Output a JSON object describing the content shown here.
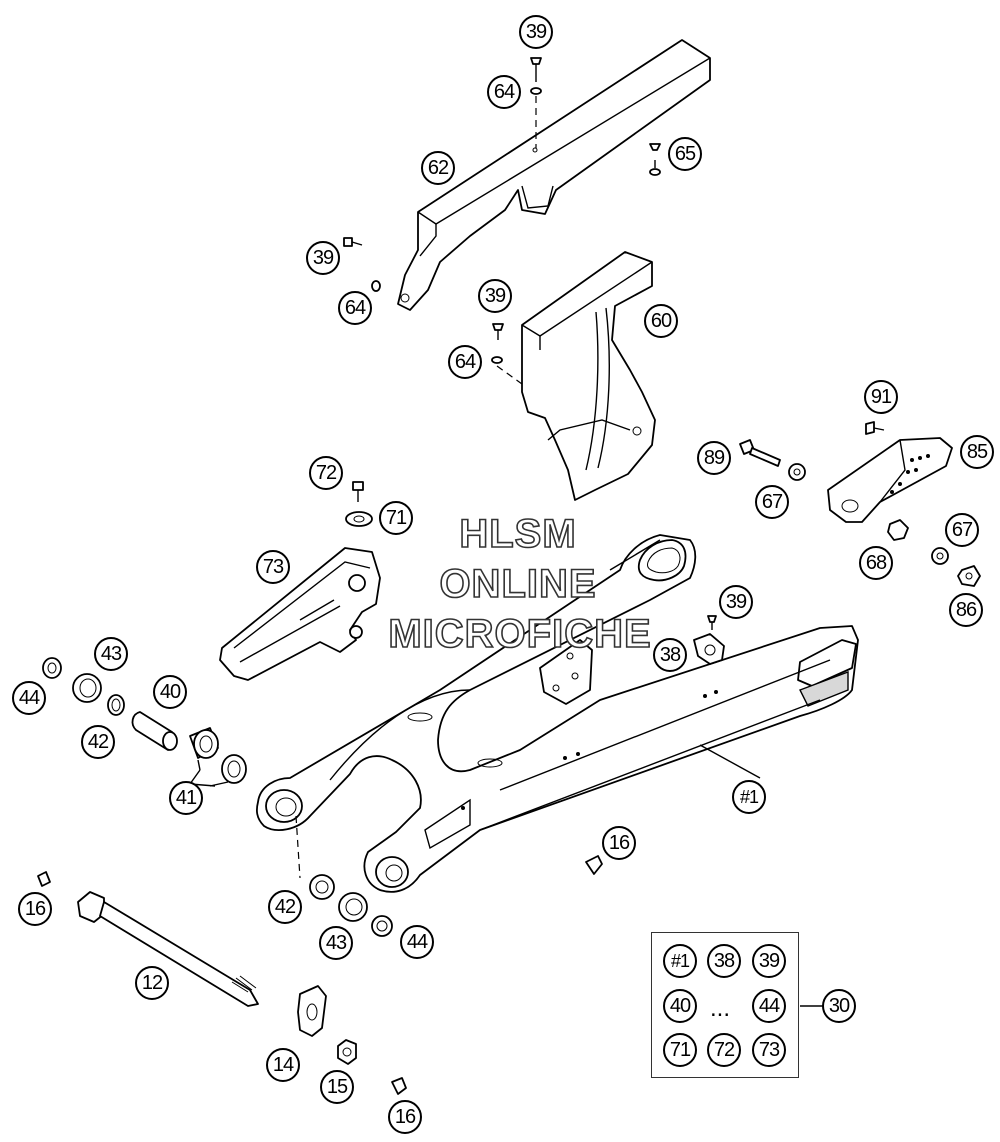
{
  "watermark": {
    "line1": "HLSM",
    "line2": "ONLINE",
    "line3": "MICROFICHE"
  },
  "callouts": {
    "c39_top": "39",
    "c64_top": "64",
    "c65": "65",
    "c62": "62",
    "c39_left": "39",
    "c64_left": "64",
    "c39_mid": "39",
    "c60": "60",
    "c64_mid": "64",
    "c91": "91",
    "c89": "89",
    "c85": "85",
    "c67_a": "67",
    "c72": "72",
    "c71": "71",
    "c67_b": "67",
    "c68": "68",
    "c86": "86",
    "c73": "73",
    "c39_right": "39",
    "c38": "38",
    "c43_top": "43",
    "c44_top": "44",
    "c40": "40",
    "c42_top": "42",
    "c41": "41",
    "c1": "#1",
    "c16_mid": "16",
    "c16_left": "16",
    "c42_bottom": "42",
    "c43_bottom": "43",
    "c44_bottom": "44",
    "c12": "12",
    "c14": "14",
    "c15": "15",
    "c16_bottom": "16",
    "c30": "30"
  },
  "legend_box": {
    "items": [
      "#1",
      "38",
      "39",
      "40",
      "...",
      "44",
      "71",
      "72",
      "73"
    ]
  }
}
